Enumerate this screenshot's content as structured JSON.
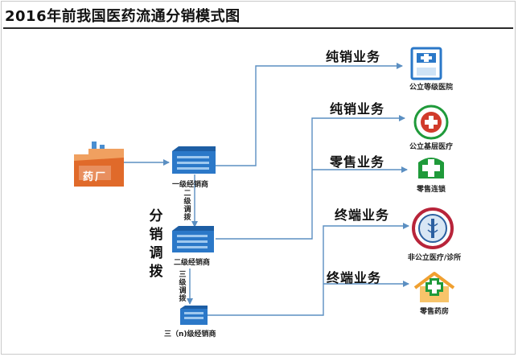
{
  "title": "2016年前我国医药流通分销模式图",
  "factory": {
    "label": "药厂"
  },
  "distributors": [
    {
      "label": "一级经销商"
    },
    {
      "label": "二级经销商"
    },
    {
      "label": "三（n)级经销商"
    }
  ],
  "transfers": [
    {
      "label": "二级调拨"
    },
    {
      "label": "三级调拨"
    }
  ],
  "side_label": "分销调拨",
  "business": [
    {
      "label": "纯销业务"
    },
    {
      "label": "纯销业务"
    },
    {
      "label": "零售业务"
    },
    {
      "label": "终端业务"
    },
    {
      "label": "终端业务"
    }
  ],
  "destinations": [
    {
      "label": "公立等级医院",
      "icon": "public-hospital-icon"
    },
    {
      "label": "公立基层医疗",
      "icon": "grassroots-clinic-icon"
    },
    {
      "label": "零售连锁",
      "icon": "retail-chain-icon"
    },
    {
      "label": "非公立医疗/诊所",
      "icon": "private-clinic-icon"
    },
    {
      "label": "零售药房",
      "icon": "retail-pharmacy-icon"
    }
  ],
  "colors": {
    "line": "#5b8fc2",
    "building": "#2b78c8",
    "green": "#1f9a3a",
    "red": "#d13b2b",
    "factory_roof": "#4a8ed0",
    "factory_body": "#e06a2a"
  }
}
